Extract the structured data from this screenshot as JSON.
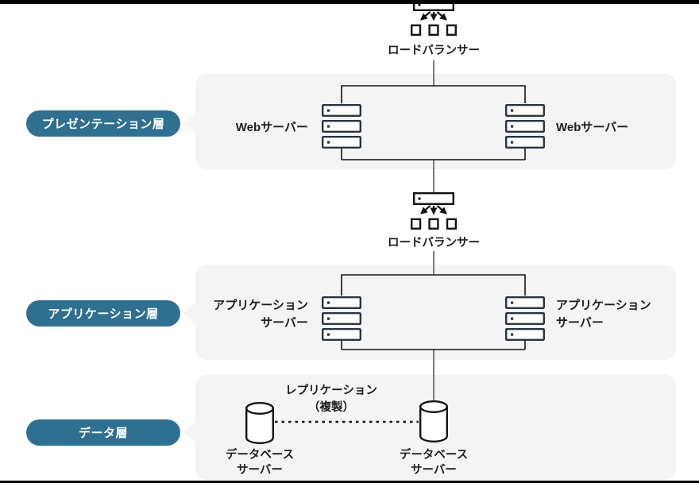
{
  "diagram_title": "three-tier-architecture",
  "colors": {
    "tier_pill": "#2f6f8f",
    "panel_background": "#f4f4f5",
    "server_icon_stroke": "#2b3440",
    "icon_stroke": "#141414",
    "connector_line": "#6e6e6e",
    "letterbox_bar": "#000000"
  },
  "tiers": {
    "presentation": {
      "label": "プレゼンテーション層"
    },
    "application": {
      "label": "アプリケーション層"
    },
    "data": {
      "label": "データ層"
    }
  },
  "labels": {
    "load_balancer_top": "ロードバランサー",
    "load_balancer_middle": "ロードバランサー",
    "web_server_left": "Webサーバー",
    "web_server_right": "Webサーバー",
    "app_server_left": "アプリケーション\nサーバー",
    "app_server_right": "アプリケーション\nサーバー",
    "replication": "レプリケーション\n（複製）",
    "db_server_left": "データベース\nサーバー",
    "db_server_right": "データベース\nサーバー"
  },
  "icons": {
    "load_balancer": "load-balancer-icon",
    "server": "rack-server-icon",
    "database": "database-cylinder-icon"
  }
}
